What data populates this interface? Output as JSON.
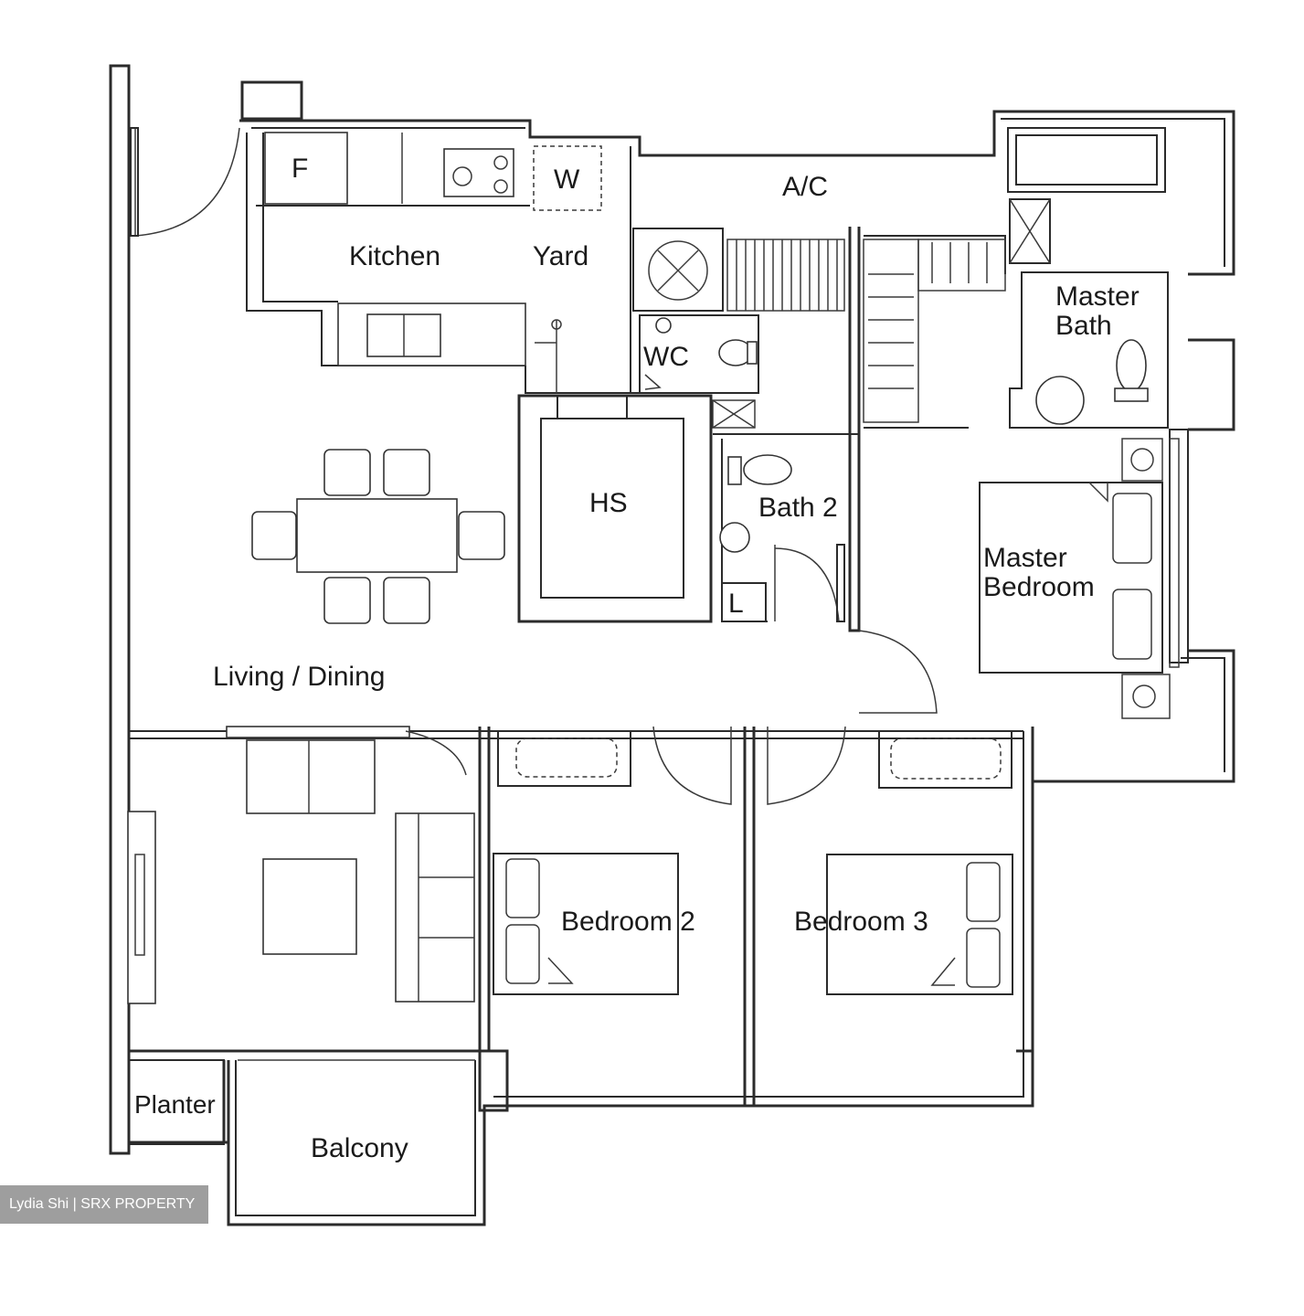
{
  "rooms": {
    "kitchen": "Kitchen",
    "yard": "Yard",
    "ac": "A/C",
    "fridge": "F",
    "washer": "W",
    "wc": "WC",
    "hs": "HS",
    "bath2": "Bath 2",
    "linen": "L",
    "master_bath_line1": "Master",
    "master_bath_line2": "Bath",
    "master_bedroom_line1": "Master",
    "master_bedroom_line2": "Bedroom",
    "living_dining": "Living / Dining",
    "bedroom2": "Bedroom 2",
    "bedroom3": "Bedroom 3",
    "planter": "Planter",
    "balcony": "Balcony"
  },
  "watermark": "Lydia Shi | SRX PROPERTY"
}
